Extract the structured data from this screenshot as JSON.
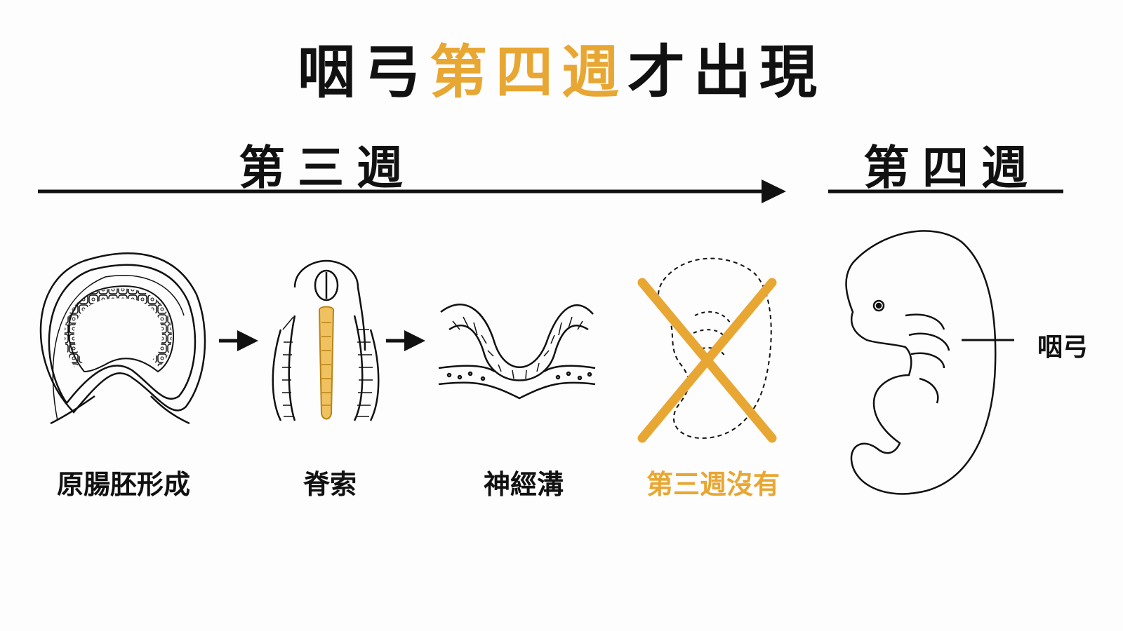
{
  "title": {
    "part1": "咽弓",
    "part2": "第四週",
    "part3": "才出現"
  },
  "timeline": {
    "week3": "第三週",
    "week4": "第四週"
  },
  "stages": [
    {
      "label": "原腸胚形成",
      "icon": "gastrula-cross-section-icon"
    },
    {
      "label": "脊索",
      "icon": "notochord-icon"
    },
    {
      "label": "神經溝",
      "icon": "neural-groove-icon"
    },
    {
      "label": "第三週沒有",
      "icon": "crossed-embryo-icon"
    }
  ],
  "embryo": {
    "label": "咽弓",
    "icon": "week4-embryo-icon"
  },
  "colors": {
    "accent": "#e8a632",
    "ink": "#111111",
    "background": "#fdfdfd"
  }
}
